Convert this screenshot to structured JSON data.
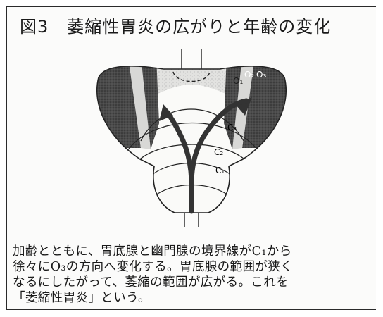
{
  "figure": {
    "number": "図3",
    "title": "萎縮性胃炎の広がりと年齢の変化"
  },
  "diagram_labels": {
    "c1": "C₁",
    "c2": "C₂",
    "c3": "C₃",
    "o1": "O₁",
    "o2": "O₂",
    "o3": "O₃"
  },
  "caption": {
    "line1": "加齢とともに、胃底腺と幽門腺の境界線がC₁から",
    "line2": "徐々にO₃の方向へ変化する。胃底腺の範囲が狭く",
    "line3": "なるにしたがって、萎縮の範囲が広がる。これを",
    "line4": "「萎縮性胃炎」という。"
  }
}
